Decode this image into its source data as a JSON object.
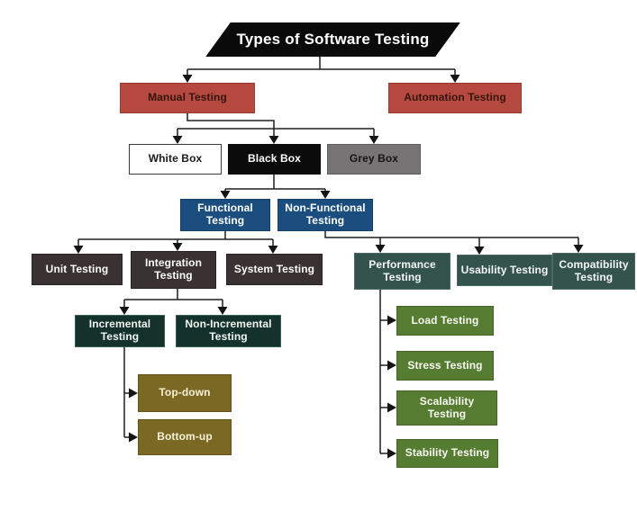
{
  "diagram": {
    "title": "Types of Software Testing",
    "nodes": {
      "manual": {
        "label": "Manual Testing"
      },
      "automation": {
        "label": "Automation Testing"
      },
      "white_box": {
        "label": "White Box"
      },
      "black_box": {
        "label": "Black Box"
      },
      "grey_box": {
        "label": "Grey Box"
      },
      "functional": {
        "label": "Functional Testing"
      },
      "non_functional": {
        "label": "Non-Functional Testing"
      },
      "unit": {
        "label": "Unit Testing"
      },
      "integration": {
        "label": "Integration Testing"
      },
      "system": {
        "label": "System Testing"
      },
      "performance": {
        "label": "Performance Testing"
      },
      "usability": {
        "label": "Usability Testing"
      },
      "compatibility": {
        "label": "Compatibility Testing"
      },
      "incremental": {
        "label": "Incremental Testing"
      },
      "non_incremental": {
        "label": "Non-Incremental Testing"
      },
      "top_down": {
        "label": "Top-down"
      },
      "bottom_up": {
        "label": "Bottom-up"
      },
      "load": {
        "label": "Load Testing"
      },
      "stress": {
        "label": "Stress Testing"
      },
      "scalability": {
        "label": "Scalability Testing"
      },
      "stability": {
        "label": "Stability Testing"
      }
    },
    "edges": [
      {
        "from": "title",
        "to": "manual"
      },
      {
        "from": "title",
        "to": "automation"
      },
      {
        "from": "manual",
        "to": "white_box"
      },
      {
        "from": "manual",
        "to": "black_box"
      },
      {
        "from": "manual",
        "to": "grey_box"
      },
      {
        "from": "black_box",
        "to": "functional"
      },
      {
        "from": "black_box",
        "to": "non_functional"
      },
      {
        "from": "functional",
        "to": "unit"
      },
      {
        "from": "functional",
        "to": "integration"
      },
      {
        "from": "functional",
        "to": "system"
      },
      {
        "from": "non_functional",
        "to": "performance"
      },
      {
        "from": "non_functional",
        "to": "usability"
      },
      {
        "from": "non_functional",
        "to": "compatibility"
      },
      {
        "from": "integration",
        "to": "incremental"
      },
      {
        "from": "integration",
        "to": "non_incremental"
      },
      {
        "from": "incremental",
        "to": "top_down"
      },
      {
        "from": "incremental",
        "to": "bottom_up"
      },
      {
        "from": "performance",
        "to": "load"
      },
      {
        "from": "performance",
        "to": "stress"
      },
      {
        "from": "performance",
        "to": "scalability"
      },
      {
        "from": "performance",
        "to": "stability"
      }
    ],
    "colors": {
      "title_bg": "#0a0a0a",
      "category_red": "#b5493f",
      "box_white": "#fefefe",
      "box_black": "#0b0b0b",
      "box_grey": "#767474",
      "box_blue": "#1b4e7e",
      "box_dark_brown": "#3a3132",
      "box_teal": "#35534d",
      "box_dark_green": "#14322b",
      "box_olive": "#7b6822",
      "box_green": "#567c31",
      "connector": "#1f1f1f"
    }
  }
}
